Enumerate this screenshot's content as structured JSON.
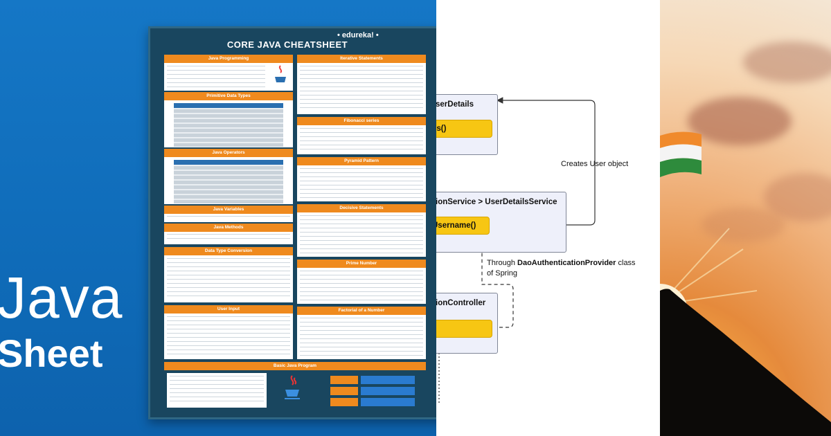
{
  "left": {
    "title_line1": "Java",
    "title_line2": "Sheet",
    "sheet": {
      "brand": "• edureka! •",
      "title": "CORE JAVA CHEATSHEET",
      "sections": {
        "java_programming": "Java Programming",
        "primitive_types": "Primitive Data Types",
        "java_operators": "Java Operators",
        "java_variables": "Java Variables",
        "java_methods": "Java Methods",
        "type_conversion": "Data Type Conversion",
        "user_input": "User Input",
        "iterative": "Iterative Statements",
        "fibonacci": "Fibonacci series",
        "pyramid": "Pyramid Pattern",
        "decisive": "Decisive Statements",
        "prime": "Prime Number",
        "factorial": "Factorial of a Number",
        "basic_program": "Basic Java Program"
      }
    }
  },
  "middle": {
    "box1_title": "serDetails",
    "box1_method": "es()",
    "box2_title": "ionService > UserDetailsService",
    "box2_method": "Username()",
    "box3_title": "ionController",
    "label_creates": "Creates User object",
    "label_through_prefix": "Through ",
    "label_through_bold": "DaoAuthenticationProvider",
    "label_through_suffix": " class",
    "label_through_line2": "of Spring"
  },
  "colors": {
    "left_bg": "#1577c6",
    "sheet_bg": "#19465f",
    "section_header": "#ef8a1e",
    "method_yellow": "#f7c613",
    "box_bg": "#eef0fa"
  },
  "icons": [
    "java-logo-icon",
    "arrow-head-icon",
    "flag-icon",
    "mountain-silhouette"
  ]
}
